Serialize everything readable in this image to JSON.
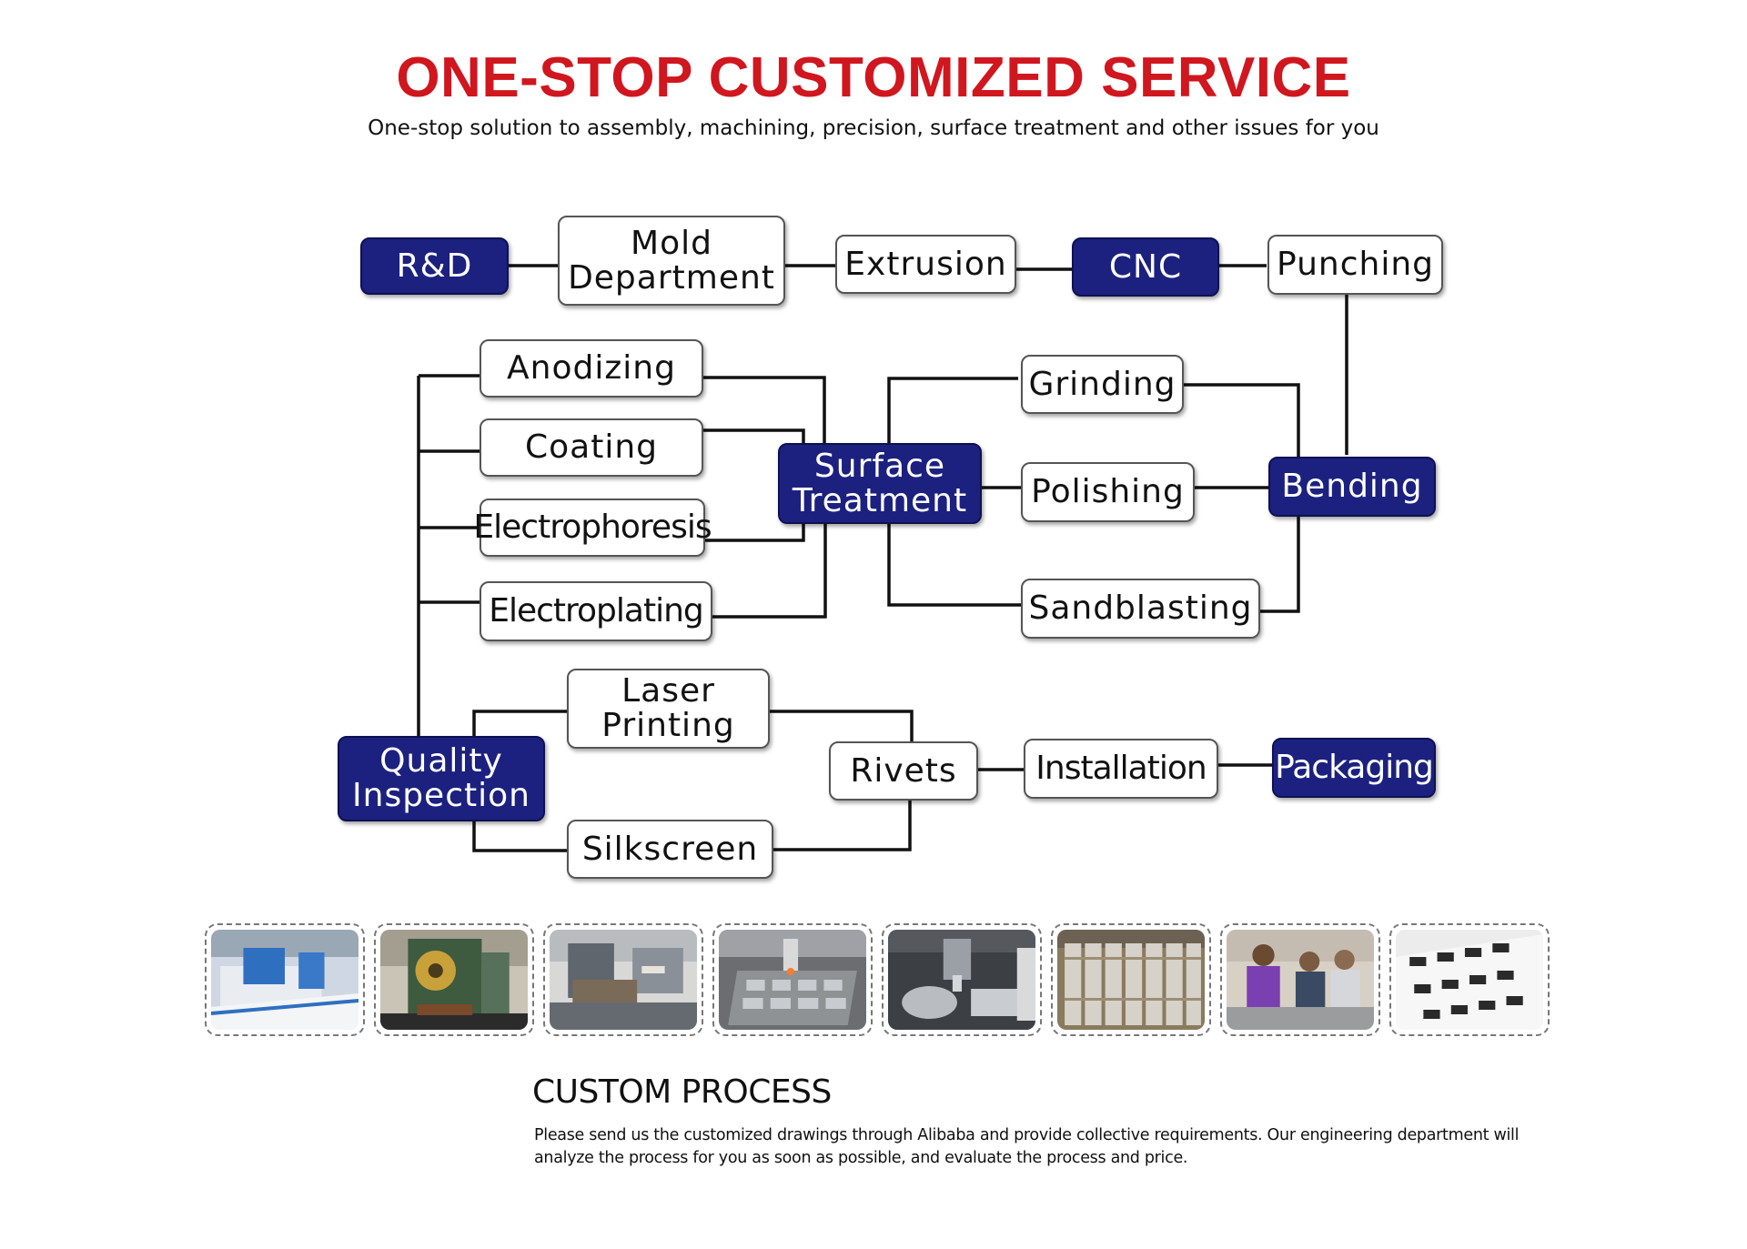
{
  "header": {
    "title": "ONE-STOP CUSTOMIZED SERVICE",
    "subtitle": "One-stop solution to assembly, machining, precision, surface treatment and other issues for you"
  },
  "colors": {
    "title_red": "#d0161e",
    "node_dark": "#1c2180",
    "node_light": "#ffffff",
    "line": "#111111"
  },
  "flow": {
    "rd": "R&D",
    "mold_1": "Mold",
    "mold_2": "Department",
    "extrusion": "Extrusion",
    "cnc": "CNC",
    "punching": "Punching",
    "anodizing": "Anodizing",
    "coating": "Coating",
    "electrophoresis": "Electrophoresis",
    "electroplating": "Electroplating",
    "surface_1": "Surface",
    "surface_2": "Treatment",
    "grinding": "Grinding",
    "polishing": "Polishing",
    "sandblasting": "Sandblasting",
    "bending": "Bending",
    "laser_1": "Laser",
    "laser_2": "Printing",
    "quality_1": "Quality",
    "quality_2": "Inspection",
    "silkscreen": "Silkscreen",
    "rivets": "Rivets",
    "installation": "Installation",
    "packaging": "Packaging"
  },
  "photos": [
    {
      "name": "extrusion-machine-photo"
    },
    {
      "name": "punch-press-photo"
    },
    {
      "name": "cnc-workshop-photo"
    },
    {
      "name": "laser-engraving-photo"
    },
    {
      "name": "cnc-milling-photo"
    },
    {
      "name": "aluminum-profiles-photo"
    },
    {
      "name": "engineers-inspection-photo"
    },
    {
      "name": "packed-products-photo"
    }
  ],
  "custom_process": {
    "title": "CUSTOM PROCESS",
    "body": "Please send us the customized drawings through Alibaba and provide collective requirements. Our engineering department will analyze the process for you as soon as possible, and evaluate the process and price."
  }
}
